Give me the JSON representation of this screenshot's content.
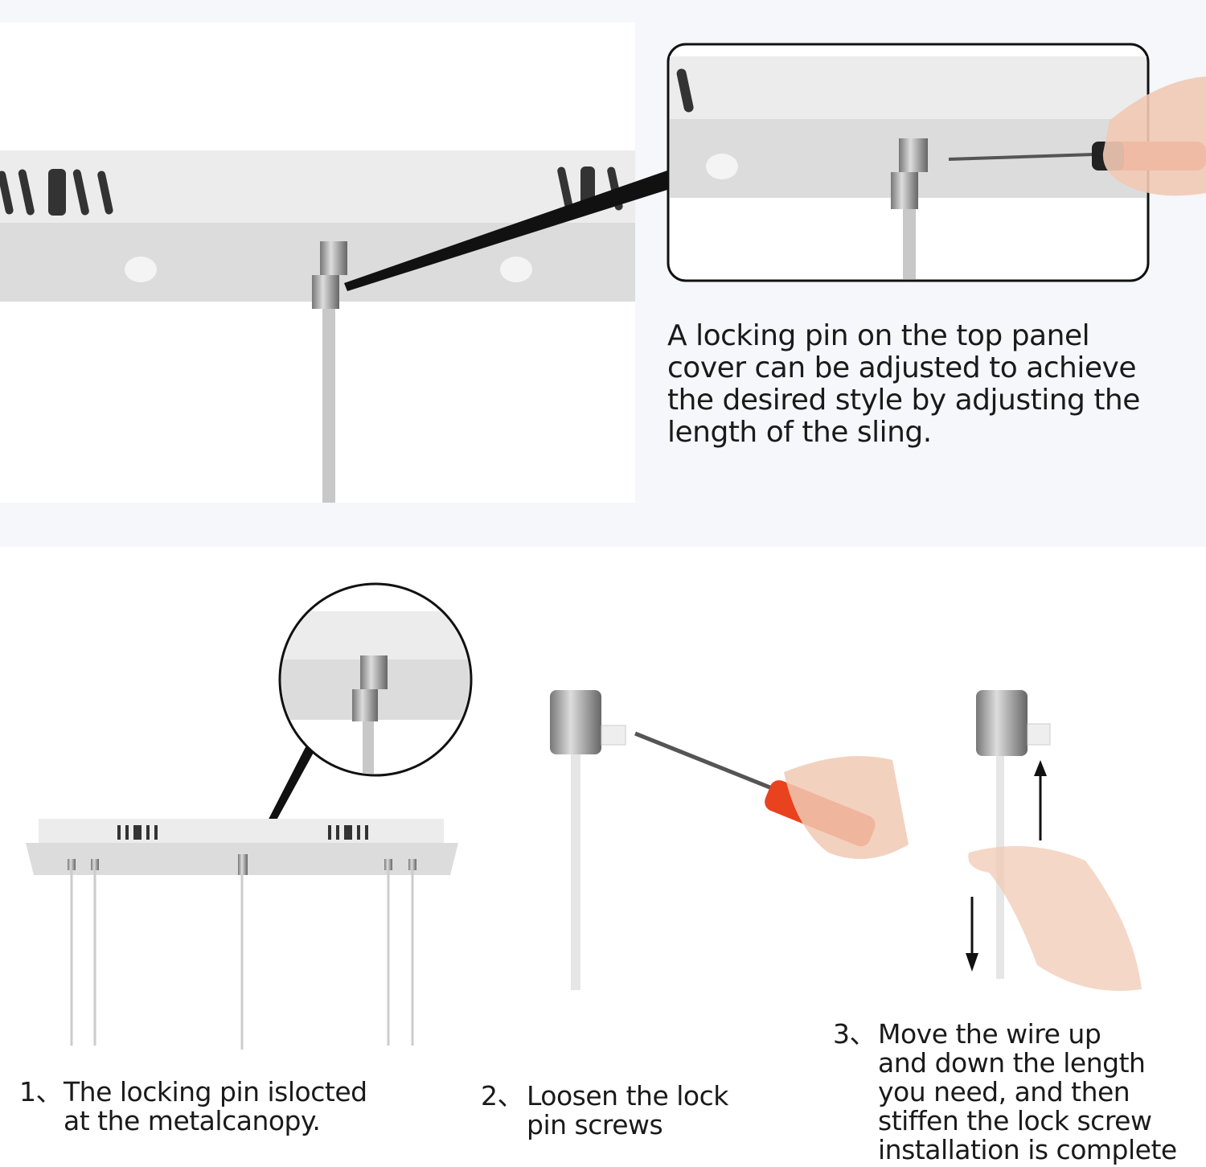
{
  "top_caption": {
    "lines": [
      "A locking pin on the top panel",
      "cover can be adjusted to achieve",
      "the desired style by adjusting the",
      "length of the sling."
    ]
  },
  "steps": [
    {
      "number": "1、",
      "lines": [
        "The locking pin islocted",
        "at the metalcanopy."
      ]
    },
    {
      "number": "2、",
      "lines": [
        "Loosen the lock",
        "pin screws"
      ]
    },
    {
      "number": "3、",
      "lines": [
        "Move the wire up",
        "and down the length",
        "you need, and then",
        "stiffen the lock screw",
        "installation is complete"
      ]
    }
  ],
  "colors": {
    "background": "#f5f7fa",
    "panel": "#ffffff",
    "metal": "#d8d8d8",
    "handle": "#e8421f"
  }
}
